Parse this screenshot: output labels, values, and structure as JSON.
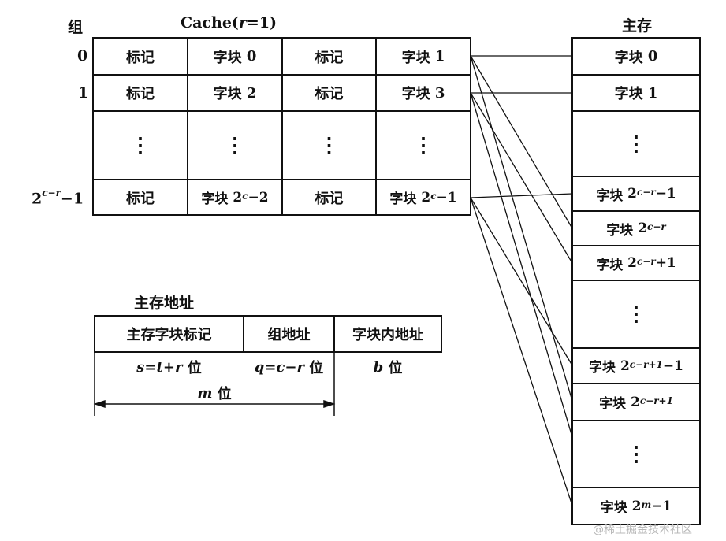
{
  "cache": {
    "title_prefix": "Cache(",
    "title_var": "r",
    "title_suffix": "=1)",
    "group_header": "组",
    "group_labels": {
      "g0": "0",
      "g1": "1",
      "last_base": "2",
      "last_exp": "c−r",
      "last_tail": "−1"
    },
    "tag_label": "标记",
    "block_prefix": "字块",
    "rows": {
      "r0": {
        "b1": "0",
        "b2": "1"
      },
      "r1": {
        "b1": "2",
        "b2": "3"
      },
      "rlast": {
        "b1_base": "2",
        "b1_exp": "c",
        "b1_tail": "−2",
        "b2_base": "2",
        "b2_exp": "c",
        "b2_tail": "−1"
      }
    },
    "ellipsis": "⋮"
  },
  "main_memory": {
    "title": "主存",
    "block_prefix": "字块",
    "items": {
      "m0": "0",
      "m1": "1",
      "m2": {
        "base": "2",
        "exp": "c−r",
        "tail": "−1"
      },
      "m3": {
        "base": "2",
        "exp": "c−r",
        "tail": ""
      },
      "m4": {
        "base": "2",
        "exp": "c−r",
        "tail": "+1"
      },
      "m5": {
        "base": "2",
        "exp": "c−r+1",
        "tail": "−1"
      },
      "m6": {
        "base": "2",
        "exp": "c−r+1",
        "tail": ""
      },
      "m7": {
        "base": "2",
        "exp": "m",
        "tail": "−1"
      }
    },
    "ellipsis": "⋮"
  },
  "address": {
    "title": "主存地址",
    "fields": [
      "主存字块标记",
      "组地址",
      "字块内地址"
    ],
    "widths": {
      "s": {
        "var": "s",
        "eq": "=",
        "t": "t",
        "plus": "+",
        "r": "r",
        "unit": "位"
      },
      "q": {
        "var": "q",
        "eq": "=",
        "c": "c",
        "minus": "−",
        "r": "r",
        "unit": "位"
      },
      "b": {
        "var": "b",
        "unit": "位"
      }
    },
    "total": {
      "var": "m",
      "unit": "位"
    }
  },
  "watermark": "@稀土掘金技术社区"
}
